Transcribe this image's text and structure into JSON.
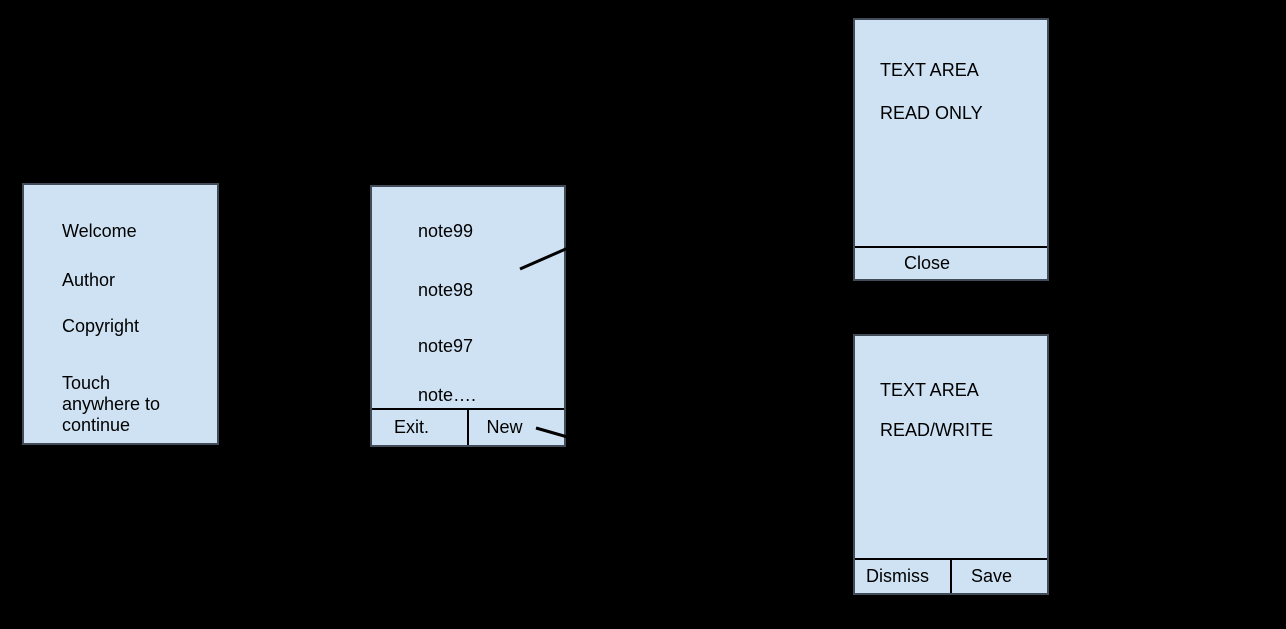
{
  "diagram": {
    "background": "#000000",
    "screen_fill": "#cfe2f3",
    "screen_border": "#414c58",
    "connector_color": "#000000",
    "splash": {
      "line1": "Welcome",
      "line2": "Author",
      "line3": "Copyright",
      "touch_hint": "Touch anywhere to continue"
    },
    "notes_list": {
      "items": [
        "note99",
        "note98",
        "note97",
        "note…."
      ],
      "exit_button": "Exit.",
      "new_button": "New"
    },
    "read_only": {
      "title": "TEXT AREA",
      "mode": "READ ONLY",
      "close_button": "Close"
    },
    "read_write": {
      "title": "TEXT AREA",
      "mode": "READ/WRITE",
      "dismiss_button": "Dismiss",
      "save_button": "Save"
    }
  }
}
